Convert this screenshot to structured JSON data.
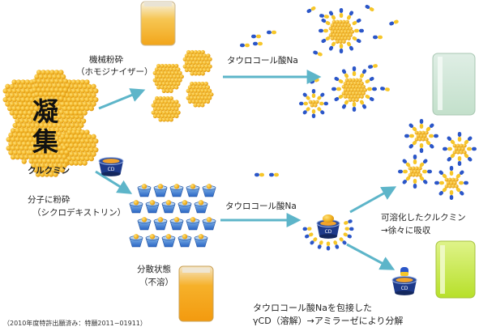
{
  "labels": {
    "aggregate_l1": "凝",
    "aggregate_l2": "集",
    "curcumin": "クルクミン",
    "mech_grind_l1": "機械粉砕",
    "mech_grind_l2": "（ホモジナイザー）",
    "taurocholate_top": "タウロコール酸Na",
    "molecular_grind_l1": "分子に粉砕",
    "molecular_grind_l2": "（シクロデキストリン）",
    "taurocholate_mid": "タウロコール酸Na",
    "dispersed_l1": "分散状態",
    "dispersed_l2": "（不溶）",
    "solubilized_l1": "可溶化したクルクミン",
    "solubilized_l2": "→徐々に吸収",
    "bottom_l1": "タウロコール酸Naを包接した",
    "bottom_l2": "γCD（溶解）→アミラーゼにより分解",
    "patent_note": "（2010年度特許出願済み：特願2011−01911）",
    "cd_badge": "CD"
  },
  "colors": {
    "curcumin_yellow": "#f3b829",
    "arrow_teal": "#5db5c9",
    "cd_blue": "#1e3a8a",
    "molecule_blue": "#2b56c8"
  }
}
